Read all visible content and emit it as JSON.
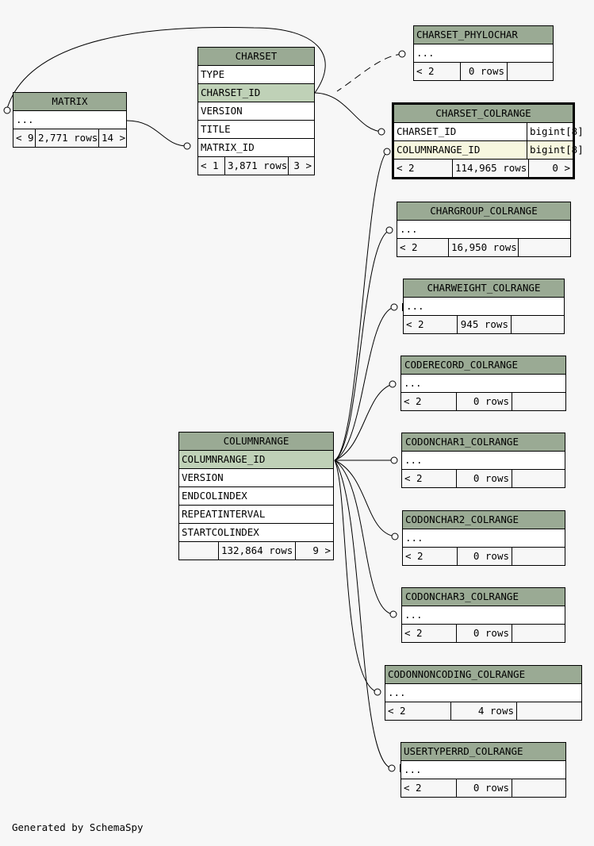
{
  "footer": "Generated by SchemaSpy",
  "tables": {
    "matrix": {
      "name": "MATRIX",
      "columns": [
        "..."
      ],
      "foot": [
        "< 9",
        "2,771 rows",
        "14 >"
      ]
    },
    "charset": {
      "name": "CHARSET",
      "columns": [
        "TYPE",
        "CHARSET_ID",
        "VERSION",
        "TITLE",
        "MATRIX_ID"
      ],
      "foot": [
        "< 1",
        "3,871 rows",
        "3 >"
      ]
    },
    "charset_phylochar": {
      "name": "CHARSET_PHYLOCHAR",
      "columns": [
        "..."
      ],
      "foot": [
        "< 2",
        "0 rows",
        ""
      ]
    },
    "charset_colrange": {
      "name": "CHARSET_COLRANGE",
      "columns": [
        "CHARSET_ID",
        "COLUMNRANGE_ID"
      ],
      "types": [
        "bigint[8]",
        "bigint[8]"
      ],
      "foot": [
        "< 2",
        "114,965 rows",
        "0 >"
      ]
    },
    "chargroup_colrange": {
      "name": "CHARGROUP_COLRANGE",
      "columns": [
        "..."
      ],
      "foot": [
        "< 2",
        "16,950 rows",
        ""
      ]
    },
    "charweight_colrange": {
      "name": "CHARWEIGHT_COLRANGE",
      "columns": [
        "..."
      ],
      "foot": [
        "< 2",
        "945 rows",
        ""
      ]
    },
    "coderecord_colrange": {
      "name": "CODERECORD_COLRANGE",
      "columns": [
        "..."
      ],
      "foot": [
        "< 2",
        "0 rows",
        ""
      ]
    },
    "codonchar1_colrange": {
      "name": "CODONCHAR1_COLRANGE",
      "columns": [
        "..."
      ],
      "foot": [
        "< 2",
        "0 rows",
        ""
      ]
    },
    "codonchar2_colrange": {
      "name": "CODONCHAR2_COLRANGE",
      "columns": [
        "..."
      ],
      "foot": [
        "< 2",
        "0 rows",
        ""
      ]
    },
    "codonchar3_colrange": {
      "name": "CODONCHAR3_COLRANGE",
      "columns": [
        "..."
      ],
      "foot": [
        "< 2",
        "0 rows",
        ""
      ]
    },
    "codonnoncoding_colrange": {
      "name": "CODONNONCODING_COLRANGE",
      "columns": [
        "..."
      ],
      "foot": [
        "< 2",
        "4 rows",
        ""
      ]
    },
    "usertyperrd_colrange": {
      "name": "USERTYPERRD_COLRANGE",
      "columns": [
        "..."
      ],
      "foot": [
        "< 2",
        "0 rows",
        ""
      ]
    },
    "columnrange": {
      "name": "COLUMNRANGE",
      "columns": [
        "COLUMNRANGE_ID",
        "VERSION",
        "ENDCOLINDEX",
        "REPEATINTERVAL",
        "STARTCOLINDEX"
      ],
      "foot": [
        "",
        "132,864 rows",
        "9 >"
      ]
    }
  },
  "colors": {
    "header": "#9aaa94",
    "key_highlight": "#bfd1b7",
    "background": "#f7f7f7"
  }
}
